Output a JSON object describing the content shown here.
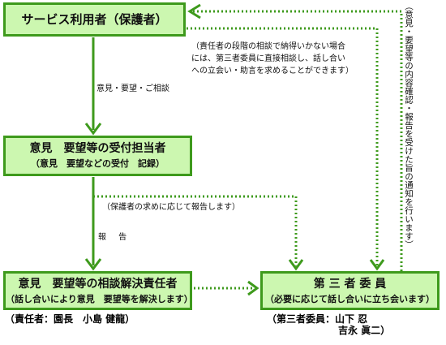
{
  "boxes": {
    "user": {
      "title": "サービス利用者（保護者）"
    },
    "reception": {
      "title": "意見　要望等の受付担当者",
      "subtitle": "（意見　要望などの受付　記録）"
    },
    "responsible": {
      "title": "意見　要望等の相談解決責任者",
      "subtitle": "（話し合いにより意見　要望等を解決します）"
    },
    "third_party": {
      "title": "第 三 者 委 員",
      "subtitle": "（必要に応じて話し合いに立ち会います）"
    }
  },
  "labels": {
    "opinion": "意見・要望・ご相談",
    "report_on_request": "（保護者の求めに応じて報告します）",
    "report": "報 告",
    "direct_consult": [
      "（責任者の段階の相談で納得いかない場合",
      "には、第三者委員に直接相談し、話し合い",
      "への立会い・助言を求めることができます）"
    ],
    "vertical_note": "（意見・要望等の内容確認・報告を受けた旨の通知を行います）"
  },
  "people": {
    "responsible_person": "（責任者：園長　小島 健龍）",
    "third_party_members_1": "（第三者委員：山下 忍",
    "third_party_members_2": "吉永 眞二）"
  },
  "colors": {
    "box_fill": "#ccf7b0",
    "box_border": "#3e9a1c",
    "arrow": "#3e9a1c"
  }
}
